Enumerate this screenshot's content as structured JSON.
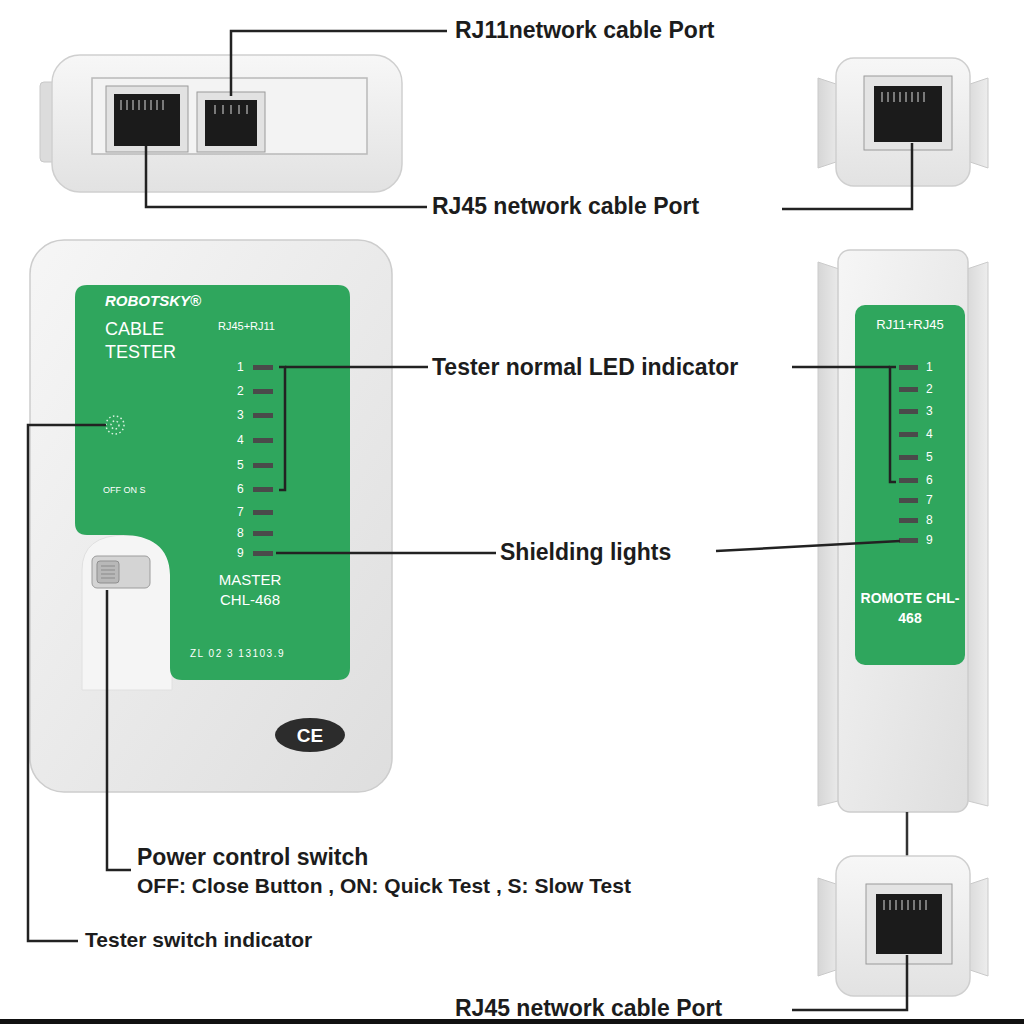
{
  "diagram": {
    "nodes": [
      {
        "text": [
          "ROBOTSKY®",
          "CABLE TESTER",
          "RJ45+RJ11",
          "OFF ON S",
          "MASTER CHL-468",
          "ZL 02 3 13103.9"
        ]
      },
      {
        "text": [
          "CE"
        ]
      },
      {
        "text": [
          "RJ11+RJ45",
          "ROMOTE CHL-468"
        ]
      }
    ],
    "labels": [
      "RJ11network cable Port",
      "RJ45 network cable Port",
      "Tester normal LED indicator",
      "Shielding lights",
      "Power control switch",
      "OFF: Close Button , ON: Quick Test , S: Slow Test",
      "Tester switch indicator",
      "RJ45 network cable Port",
      "1",
      "2",
      "3",
      "4",
      "5",
      "6",
      "7",
      "8",
      "9",
      "1",
      "2",
      "3",
      "4",
      "5",
      "6",
      "7",
      "8",
      "9"
    ]
  }
}
